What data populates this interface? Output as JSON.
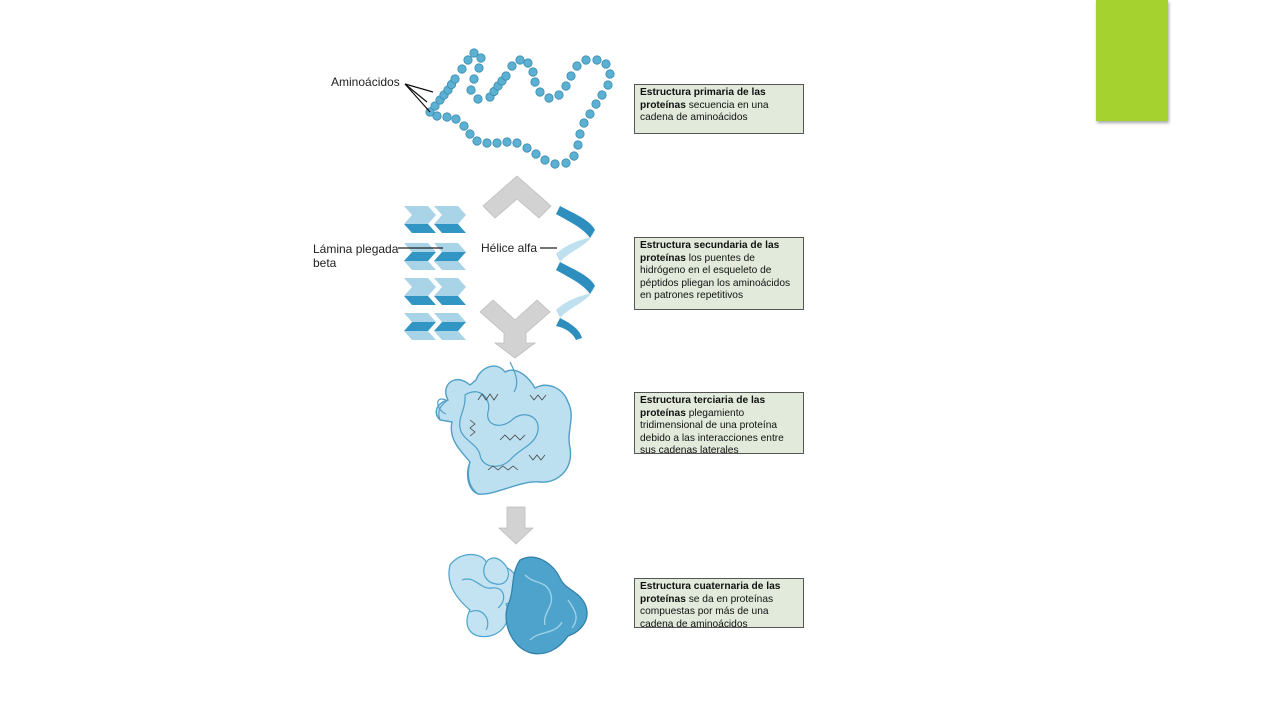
{
  "colors": {
    "accent": "#a6d22f",
    "chain_bead": "#5cb1d3",
    "chain_bead_stroke": "#3b8db0",
    "sheet_light": "#a9d3e7",
    "sheet_dark": "#3196c4",
    "helix_dark": "#2e8fbf",
    "helix_light": "#bfe0ef",
    "tertiary_fill": "#bde0f0",
    "tertiary_stroke": "#4f9fc7",
    "quaternary_light": "#c3e3f2",
    "quaternary_dark": "#4da3cc",
    "arrow": "#d2d2d2",
    "box_fill": "#e1eadb"
  },
  "labels": {
    "aminoacids": "Aminoácidos",
    "beta_sheet_line1": "Lámina plegada",
    "beta_sheet_line2": "beta",
    "alpha_helix": "Hélice alfa"
  },
  "boxes": {
    "primary": {
      "bold": "Estructura primaria de las proteínas",
      "text": " secuencia en una cadena de aminoácidos"
    },
    "secondary": {
      "bold": "Estructura secundaria de las proteínas",
      "text": " los puentes de hidrógeno en el esqueleto de péptidos pliegan los aminoácidos en patrones repetitivos"
    },
    "tertiary": {
      "bold": "Estructura terciaria de las proteínas",
      "text": " plegamiento tridimensional de una proteína debido a las interacciones entre sus cadenas laterales"
    },
    "quaternary": {
      "bold": "Estructura cuaternaria de las proteínas",
      "text": " se da en proteínas compuestas por más de una cadena de aminoácidos"
    }
  }
}
